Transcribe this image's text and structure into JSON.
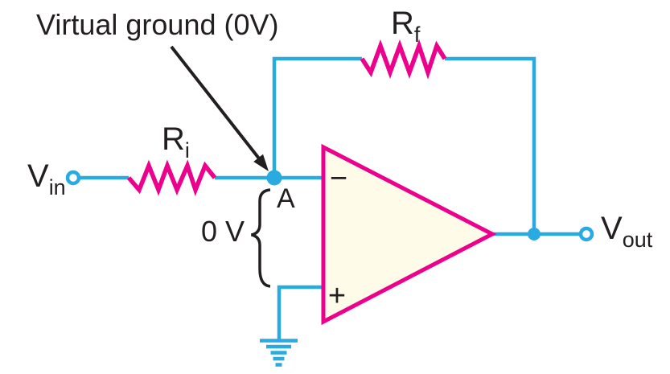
{
  "diagram": {
    "annotation": "Virtual ground (0V)",
    "node_label": "A",
    "node_voltage": "0 V",
    "inverting_input": "−",
    "noninverting_input": "+",
    "feedback_resistor": {
      "main": "R",
      "sub": "f"
    },
    "input_resistor": {
      "main": "R",
      "sub": "i"
    },
    "input_signal": {
      "main": "V",
      "sub": "in"
    },
    "output_signal": {
      "main": "V",
      "sub": "out"
    }
  },
  "colors": {
    "wire": "#29ABE2",
    "component": "#EC008C",
    "opamp_fill": "#FEFCE9",
    "ink": "#231F20",
    "background": "#FFFFFF"
  }
}
